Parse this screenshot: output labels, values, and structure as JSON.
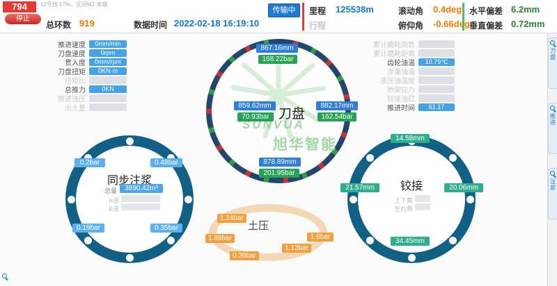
{
  "topbar": {
    "marquee": "12号线 17%，区间M2 末端",
    "ring_number": "794",
    "stop_button": "停止",
    "total_rings": {
      "label": "总环数",
      "value": "919"
    },
    "data_time": {
      "label": "数据时间",
      "value": "2022-02-18 16:19:10"
    },
    "transmit_button": "传输中",
    "mileage": {
      "label": "里程",
      "value": "125538m"
    },
    "stroke": {
      "label": "行程"
    },
    "roll": {
      "label": "滚动角",
      "value": "0.4deg"
    },
    "pitch": {
      "label": "俯仰角",
      "value": "-0.66deg"
    },
    "h_dev": {
      "label": "水平偏差",
      "value": "6.2mm"
    },
    "v_dev": {
      "label": "垂直偏差",
      "value": "0.72mm"
    }
  },
  "left_params": {
    "rows": [
      {
        "label": "推进速度",
        "value": "0mm/min"
      },
      {
        "label": "刀盘速度",
        "value": "0rpm"
      },
      {
        "label": "贯入度",
        "value": "0mm/rpm"
      },
      {
        "label": "刀盘扭矩",
        "value": "0KN·m"
      },
      {
        "label": "扭矩比",
        "value": ""
      },
      {
        "label": "总推力",
        "value": "0KN"
      },
      {
        "label": "推进油压",
        "value": ""
      },
      {
        "label": "出土量",
        "value": ""
      }
    ]
  },
  "right_params": {
    "rows": [
      {
        "label": "累计磨耗周数",
        "value": ""
      },
      {
        "label": "累计磨耗距离",
        "value": ""
      },
      {
        "label": "齿轮油温",
        "value": "10.79℃"
      },
      {
        "label": "渗漏油温",
        "value": ""
      },
      {
        "label": "液压油温度",
        "value": ""
      },
      {
        "label": "桥架拉力",
        "value": ""
      },
      {
        "label": "铰接油缸",
        "value": ""
      },
      {
        "label": "推进时间",
        "value": "61.17"
      }
    ]
  },
  "cutterhead": {
    "title": "刀盘",
    "watermark_line1": "SUNVUA",
    "watermark_line2": "旭华智能",
    "top": {
      "mm": "867.16mm",
      "bar": "168.22bar"
    },
    "left": {
      "mm": "859.62mm",
      "bar": "70.93bar"
    },
    "right": {
      "mm": "882.17mm",
      "bar": "162.54bar"
    },
    "bottom": {
      "mm": "878.89mm",
      "bar": "201.95bar"
    }
  },
  "grouting": {
    "title": "同步注浆",
    "total_label": "总量",
    "total_value": "3890.42m³",
    "liquid_a": "A液",
    "liquid_b": "B液",
    "top_left": "0.2bar",
    "top_right": "0.48bar",
    "bottom_left": "0.19bar",
    "bottom_right": "0.35bar"
  },
  "earth_pressure": {
    "title": "土压",
    "values": [
      "1.24bar",
      "1.69bar",
      "1.6bar",
      "0.39bar",
      "1.13bar"
    ]
  },
  "articulation": {
    "title": "铰接",
    "top": "14.58mm",
    "left": "21.57mm",
    "right": "20.06mm",
    "bottom": "34.45mm",
    "label_ud": "上下角",
    "label_lr": "左右角"
  },
  "side_tabs": [
    {
      "label": "刀盘"
    },
    {
      "label": "推进"
    },
    {
      "label": "注浆"
    }
  ],
  "colors": {
    "alarm_red": "#e53935",
    "accent_blue": "#1976d2",
    "value_orange": "#f57c00",
    "value_green": "#2e7d32",
    "badge_blue": "#2f7ed8",
    "badge_light_blue": "#5db0f0",
    "badge_green": "#27a357",
    "badge_teal": "#2fae8e",
    "badge_orange": "#f2a03d",
    "flange_ring": "#136087",
    "earth_ring": "#eeba7a"
  }
}
